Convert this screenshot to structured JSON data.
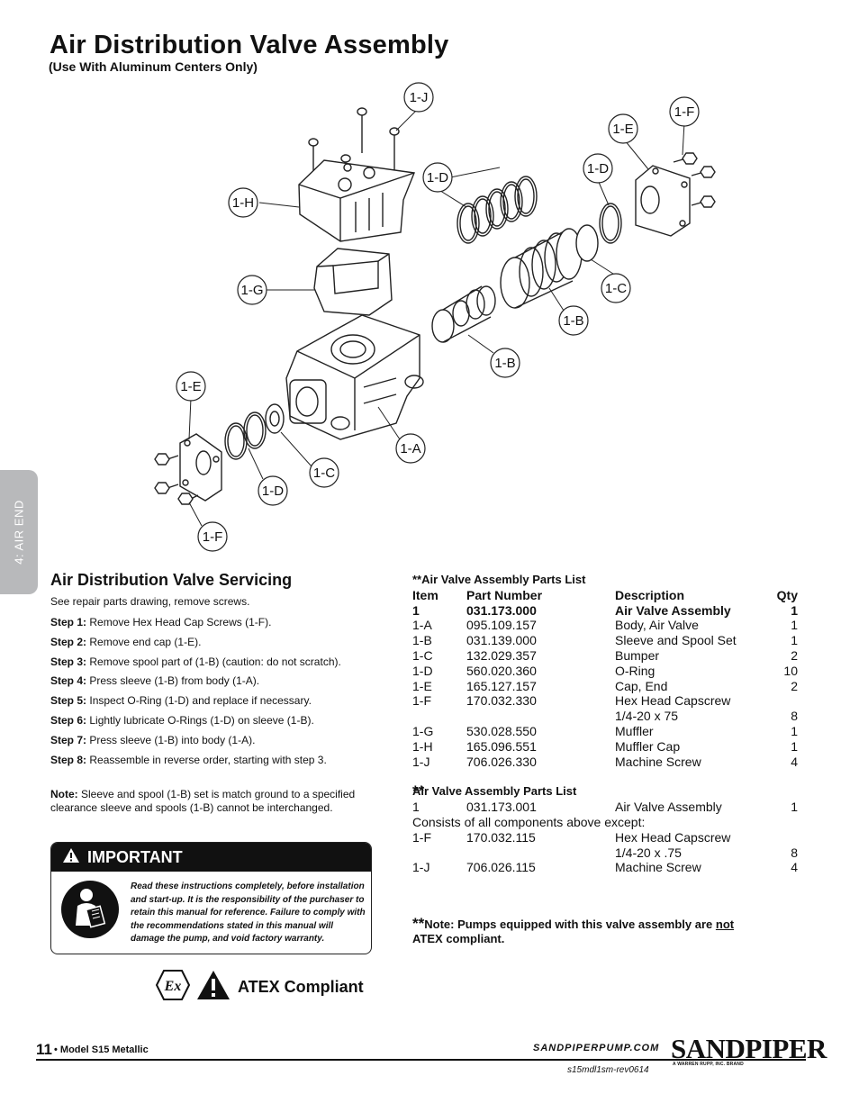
{
  "title": "Air Distribution Valve Assembly",
  "subtitle": "(Use With Aluminum Centers Only)",
  "side_tab": "4: AIR END",
  "callouts": [
    "1-J",
    "1-F",
    "1-E",
    "1-H",
    "1-D",
    "1-D",
    "1-G",
    "1-C",
    "1-B",
    "1-B",
    "1-E",
    "1-A",
    "1-C",
    "1-D",
    "1-F"
  ],
  "servicing": {
    "title": "Air Distribution Valve Servicing",
    "intro": "See repair parts drawing, remove screws.",
    "steps": [
      {
        "label": "Step 1:",
        "text": "Remove Hex Head Cap Screws (1-F)."
      },
      {
        "label": "Step 2:",
        "text": "Remove end cap (1-E)."
      },
      {
        "label": "Step 3:",
        "text": "Remove spool part of (1-B) (caution: do not scratch)."
      },
      {
        "label": "Step 4:",
        "text": "Press sleeve (1-B) from body (1-A)."
      },
      {
        "label": "Step 5:",
        "text": "Inspect O-Ring (1-D) and replace if necessary."
      },
      {
        "label": "Step 6:",
        "text": "Lightly lubricate O-Rings (1-D) on sleeve (1-B)."
      },
      {
        "label": "Step 7:",
        "text": "Press sleeve (1-B) into body (1-A)."
      },
      {
        "label": "Step 8:",
        "text": "Reassemble in reverse order, starting with step 3."
      }
    ],
    "note_label": "Note:",
    "note_text": "Sleeve and spool (1-B) set is match ground to a specified clearance sleeve and spools (1-B) cannot be interchanged."
  },
  "important": {
    "heading": "IMPORTANT",
    "text": "Read these instructions completely, before installation and start-up. It is the responsibility of the purchaser to retain this manual for reference. Failure to comply with the recommendations stated in this manual will damage the pump, and void factory warranty."
  },
  "atex_label": "ATEX Compliant",
  "parts_list": {
    "heading": "**Air Valve Assembly Parts List",
    "headers": [
      "Item",
      "Part Number",
      "Description",
      "Qty"
    ],
    "rows": [
      [
        "1",
        "031.173.000",
        "Air Valve Assembly",
        "1"
      ],
      [
        "1-A",
        "095.109.157",
        "Body, Air Valve",
        "1"
      ],
      [
        "1-B",
        "031.139.000",
        "Sleeve and Spool Set",
        "1"
      ],
      [
        "1-C",
        "132.029.357",
        "Bumper",
        "2"
      ],
      [
        "1-D",
        "560.020.360",
        "O-Ring",
        "10"
      ],
      [
        "1-E",
        "165.127.157",
        "Cap, End",
        "2"
      ],
      [
        "1-F",
        "170.032.330",
        "Hex Head Capscrew",
        ""
      ],
      [
        "",
        "",
        "1/4-20 x 75",
        "8"
      ],
      [
        "1-G",
        "530.028.550",
        "Muffler",
        "1"
      ],
      [
        "1-H",
        "165.096.551",
        "Muffler Cap",
        "1"
      ],
      [
        "1-J",
        "706.026.330",
        "Machine Screw",
        "4"
      ]
    ]
  },
  "parts_list_2": {
    "stars": "**",
    "heading": "Air Valve Assembly Parts List",
    "row1": [
      "1",
      "031.173.001",
      "Air Valve Assembly",
      "1"
    ],
    "consists": "Consists of all components above except:",
    "rows": [
      [
        "1-F",
        "170.032.115",
        "Hex Head Capscrew",
        ""
      ],
      [
        "",
        "",
        "1/4-20 x .75",
        "8"
      ],
      [
        "1-J",
        "706.026.115",
        "Machine Screw",
        "4"
      ]
    ]
  },
  "atex_note": {
    "stars": "**",
    "text1": "Note: Pumps equipped with this valve assembly are ",
    "underlined": "not",
    "text2": "ATEX compliant."
  },
  "footer": {
    "page": "11",
    "model": "• Model S15 Metallic",
    "site": "SANDPIPERPUMP.COM",
    "rev": "s15mdl1sm-rev0614",
    "brand": "SANDPIPER",
    "brand_sub": "A WARREN RUPP, INC. BRAND"
  }
}
